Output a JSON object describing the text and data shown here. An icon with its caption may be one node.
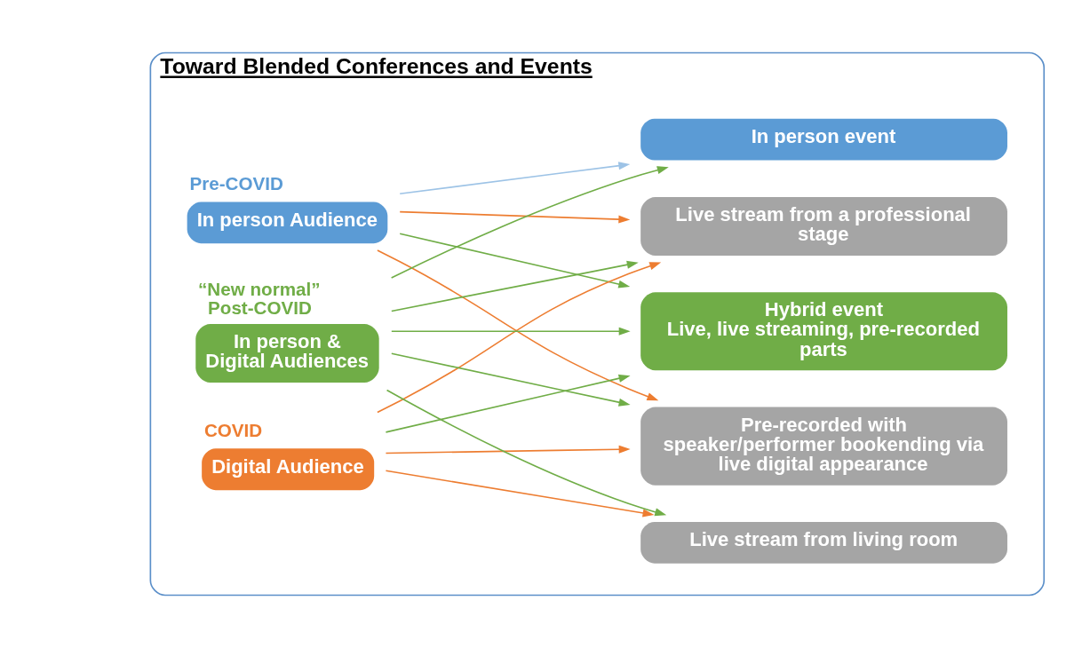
{
  "diagram": {
    "nodes": [
      {
        "text": [
          "Toward Blended Conferences and Events"
        ]
      },
      {
        "text": [
          "In person Audience"
        ],
        "beside": [
          "Pre-COVID"
        ],
        "in": 0
      },
      {
        "text": [
          "Digital Audience"
        ],
        "beside": [
          "COVID"
        ],
        "in": 0
      },
      {
        "text": [
          "In person & Digital Audiences"
        ],
        "beside": [
          "“New normal” Post-COVID"
        ],
        "in": 0
      },
      {
        "text": [
          "In person event"
        ],
        "in": 0
      },
      {
        "text": [
          "Live stream from living room"
        ],
        "in": 0
      },
      {
        "text": [
          "Live stream from a professional stage"
        ],
        "in": 0
      },
      {
        "text": [
          "Pre-recorded with speaker/performer bookending via live digital appearance"
        ],
        "in": 0
      },
      {
        "text": [
          "Hybrid event",
          "Live, live streaming, pre-recorded parts"
        ],
        "in": 0
      }
    ],
    "edges": [
      {
        "from": 1,
        "to": 4,
        "arrow": "to",
        "color": "#9dc3e6"
      },
      {
        "from": 1,
        "to": 6,
        "arrow": "to",
        "color": "#ed7d31"
      },
      {
        "from": 1,
        "to": 7,
        "arrow": "to",
        "color": "#ed7d31"
      },
      {
        "from": 1,
        "to": 8,
        "arrow": "to"
      },
      {
        "from": 2,
        "to": 5,
        "arrow": "to",
        "color": "#ed7d31"
      },
      {
        "from": 2,
        "to": 6,
        "arrow": "to",
        "color": "#ed7d31"
      },
      {
        "from": 2,
        "to": 7,
        "arrow": "to",
        "color": "#ed7d31"
      },
      {
        "from": 2,
        "to": 8,
        "arrow": "to"
      },
      {
        "from": 3,
        "to": 4,
        "arrow": "to"
      },
      {
        "from": 3,
        "to": 5,
        "arrow": "to"
      },
      {
        "from": 3,
        "to": 6,
        "arrow": "to"
      },
      {
        "from": 3,
        "to": 7,
        "arrow": "to"
      },
      {
        "from": 3,
        "to": 8,
        "arrow": "to"
      }
    ]
  }
}
